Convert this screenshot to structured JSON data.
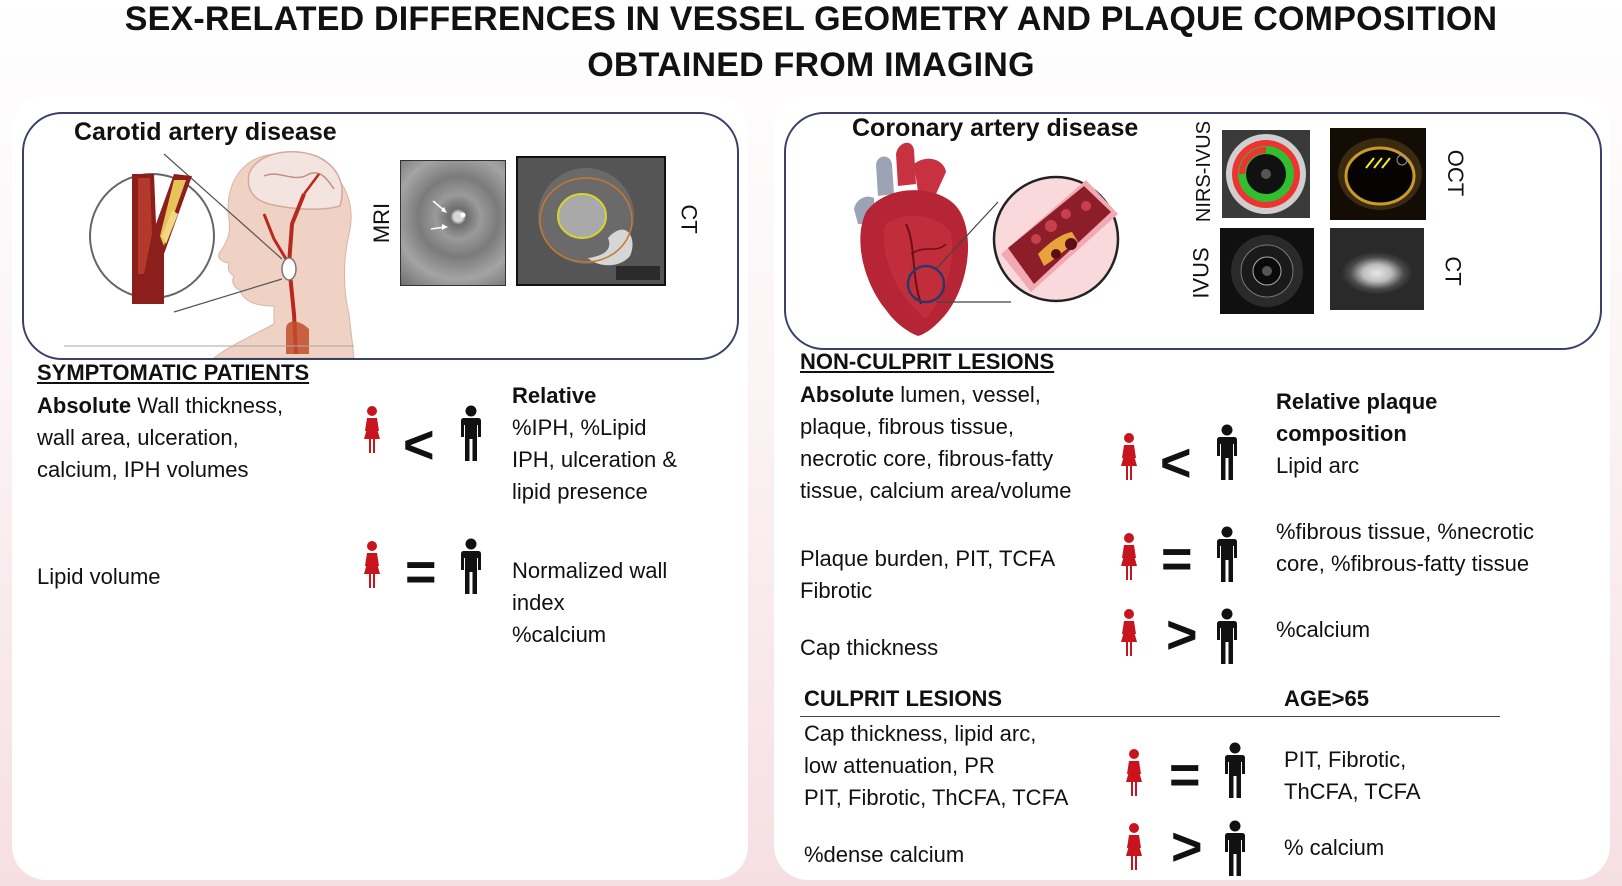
{
  "title": {
    "line1": "SEX-RELATED DIFFERENCES IN VESSEL GEOMETRY AND PLAQUE COMPOSITION",
    "line2": "OBTAINED FROM IMAGING"
  },
  "colors": {
    "female": "#c8151d",
    "male": "#111111",
    "box_border": "#39406a",
    "artery": "#8c1e1c",
    "heart": "#b52535"
  },
  "carotid": {
    "box_title": "Carotid artery disease",
    "image_labels": {
      "mri": "MRI",
      "ct": "CT"
    },
    "section_heading": "SYMPTOMATIC PATIENTS",
    "rows": [
      {
        "left_bold": "Absolute",
        "left_lines": [
          "Wall thickness,",
          "wall area, ulceration,",
          "calcium, IPH volumes"
        ],
        "symbol": "<",
        "right_bold": "Relative",
        "right_lines": [
          "%IPH, %Lipid",
          "IPH, ulceration &",
          "lipid presence"
        ]
      },
      {
        "left_lines": [
          "Lipid volume"
        ],
        "symbol": "=",
        "right_lines": [
          "Normalized wall",
          "index",
          "%calcium"
        ]
      }
    ]
  },
  "coronary": {
    "box_title": "Coronary artery disease",
    "image_labels": {
      "nirs_ivus": "NIRS-IVUS",
      "oct": "OCT",
      "ivus": "IVUS",
      "ct": "CT"
    },
    "non_culprit_heading": "NON-CULPRIT LESIONS",
    "non_culprit_rows": [
      {
        "left_bold": "Absolute",
        "left_lines": [
          "lumen, vessel,",
          "plaque, fibrous tissue,",
          "necrotic core, fibrous-fatty",
          "tissue, calcium area/volume"
        ],
        "symbol": "<",
        "right_bold_lines": [
          "Relative plaque",
          "composition"
        ],
        "right_lines": [
          "Lipid arc"
        ]
      },
      {
        "left_lines": [
          "Plaque burden, PIT, TCFA",
          "Fibrotic"
        ],
        "symbol": "=",
        "right_lines": [
          "%fibrous tissue, %necrotic",
          "core, %fibrous-fatty tissue"
        ]
      },
      {
        "left_lines": [
          "Cap thickness"
        ],
        "symbol": ">",
        "right_lines": [
          "%calcium"
        ]
      }
    ],
    "culprit_heading": "CULPRIT LESIONS",
    "age_heading": "AGE>65",
    "culprit_rows": [
      {
        "left_lines": [
          "Cap thickness, lipid arc,",
          "low attenuation, PR",
          "PIT, Fibrotic, ThCFA, TCFA"
        ],
        "symbol": "=",
        "right_lines": [
          "PIT, Fibrotic,",
          "ThCFA, TCFA"
        ]
      },
      {
        "left_lines": [
          "%dense calcium"
        ],
        "symbol": ">",
        "right_lines": [
          "% calcium"
        ]
      }
    ]
  }
}
